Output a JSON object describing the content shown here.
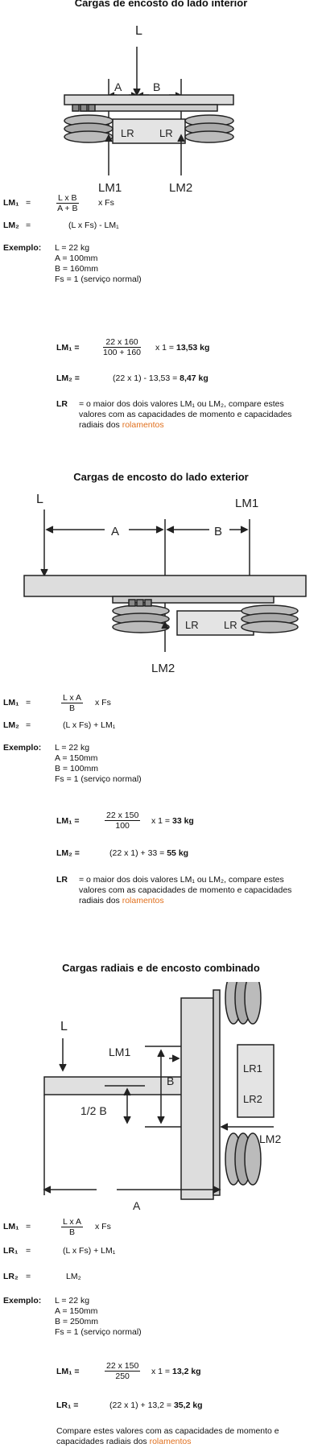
{
  "sections": [
    {
      "title": "Cargas de encosto do lado interior",
      "diagram_labels": {
        "L": "L",
        "A": "A",
        "B": "B",
        "LR_left": "LR",
        "LR_right": "LR",
        "LM1": "LM1",
        "LM2": "LM2"
      },
      "formulas": [
        {
          "label": "LM₁",
          "eq": "=",
          "num": "L x B",
          "den": "A + B",
          "suffix": "x Fs"
        },
        {
          "label": "LM₂",
          "eq": "=",
          "text": "(L x Fs) - LM₁"
        }
      ],
      "example_label": "Exemplo:",
      "example_lines": [
        "L   = 22 kg",
        "A   = 100mm",
        "B   = 160mm",
        "Fs  = 1 (serviço normal)"
      ],
      "calc1": {
        "label": "LM₁ =",
        "num": "22 x 160",
        "den": "100 + 160",
        "suffix": "x 1 = ",
        "result": "13,53 kg"
      },
      "calc2": {
        "label": "LM₂ =",
        "text": "(22 x 1) - 13,53 = ",
        "result": "8,47 kg"
      },
      "lr_label": "LR",
      "lr_text": "=  o maior dos dois valores LM₁ ou LM₂, compare estes valores com as capacidades de momento e capacidades radiais dos ",
      "lr_link": "rolamentos"
    },
    {
      "title": "Cargas de encosto do lado exterior",
      "diagram_labels": {
        "L": "L",
        "A": "A",
        "B": "B",
        "LR_left": "LR",
        "LR_right": "LR",
        "LM1": "LM1",
        "LM2": "LM2"
      },
      "formulas": [
        {
          "label": "LM₁",
          "eq": "=",
          "num": "L x A",
          "den": "B",
          "suffix": "x Fs"
        },
        {
          "label": "LM₂",
          "eq": "=",
          "text": "(L x Fs) + LM₁"
        }
      ],
      "example_label": "Exemplo:",
      "example_lines": [
        "L   = 22 kg",
        "A   = 150mm",
        "B   = 100mm",
        "Fs  = 1 (serviço normal)"
      ],
      "calc1": {
        "label": "LM₁ =",
        "num": "22 x 150",
        "den": "100",
        "suffix": "x 1 = ",
        "result": "33 kg"
      },
      "calc2": {
        "label": "LM₂ =",
        "text": "(22 x 1) + 33 = ",
        "result": "55 kg"
      },
      "lr_label": "LR",
      "lr_text": "=  o maior dos dois valores LM₁ ou LM₂, compare estes valores com as capacidades de momento e capacidades radiais dos ",
      "lr_link": "rolamentos"
    },
    {
      "title": "Cargas radiais e de encosto combinado",
      "diagram_labels": {
        "L": "L",
        "A": "A",
        "B": "B",
        "half_B": "1/2 B",
        "LR1": "LR1",
        "LR2": "LR2",
        "LM1": "LM1",
        "LM2": "LM2"
      },
      "formulas": [
        {
          "label": "LM₁",
          "eq": "=",
          "num": "L x A",
          "den": "B",
          "suffix": "x Fs"
        },
        {
          "label": "LR₁",
          "eq": "=",
          "text": "(L x Fs) + LM₁"
        },
        {
          "label": "LR₂",
          "eq": "=",
          "text": "LM₂"
        }
      ],
      "example_label": "Exemplo:",
      "example_lines": [
        "L   = 22 kg",
        "A   = 150mm",
        "B   = 250mm",
        "Fs  = 1 (serviço normal)"
      ],
      "calc1": {
        "label": "LM₁ =",
        "num": "22 x 150",
        "den": "250",
        "suffix": "x 1 = ",
        "result": "13,2 kg"
      },
      "calc2": {
        "label": "LR₁ =",
        "text": "(22 x 1) + 13,2 = ",
        "result": "35,2 kg"
      },
      "final_text": "Compare estes valores com as capacidades de momento e capacidades radiais dos ",
      "final_link": "rolamentos"
    }
  ]
}
